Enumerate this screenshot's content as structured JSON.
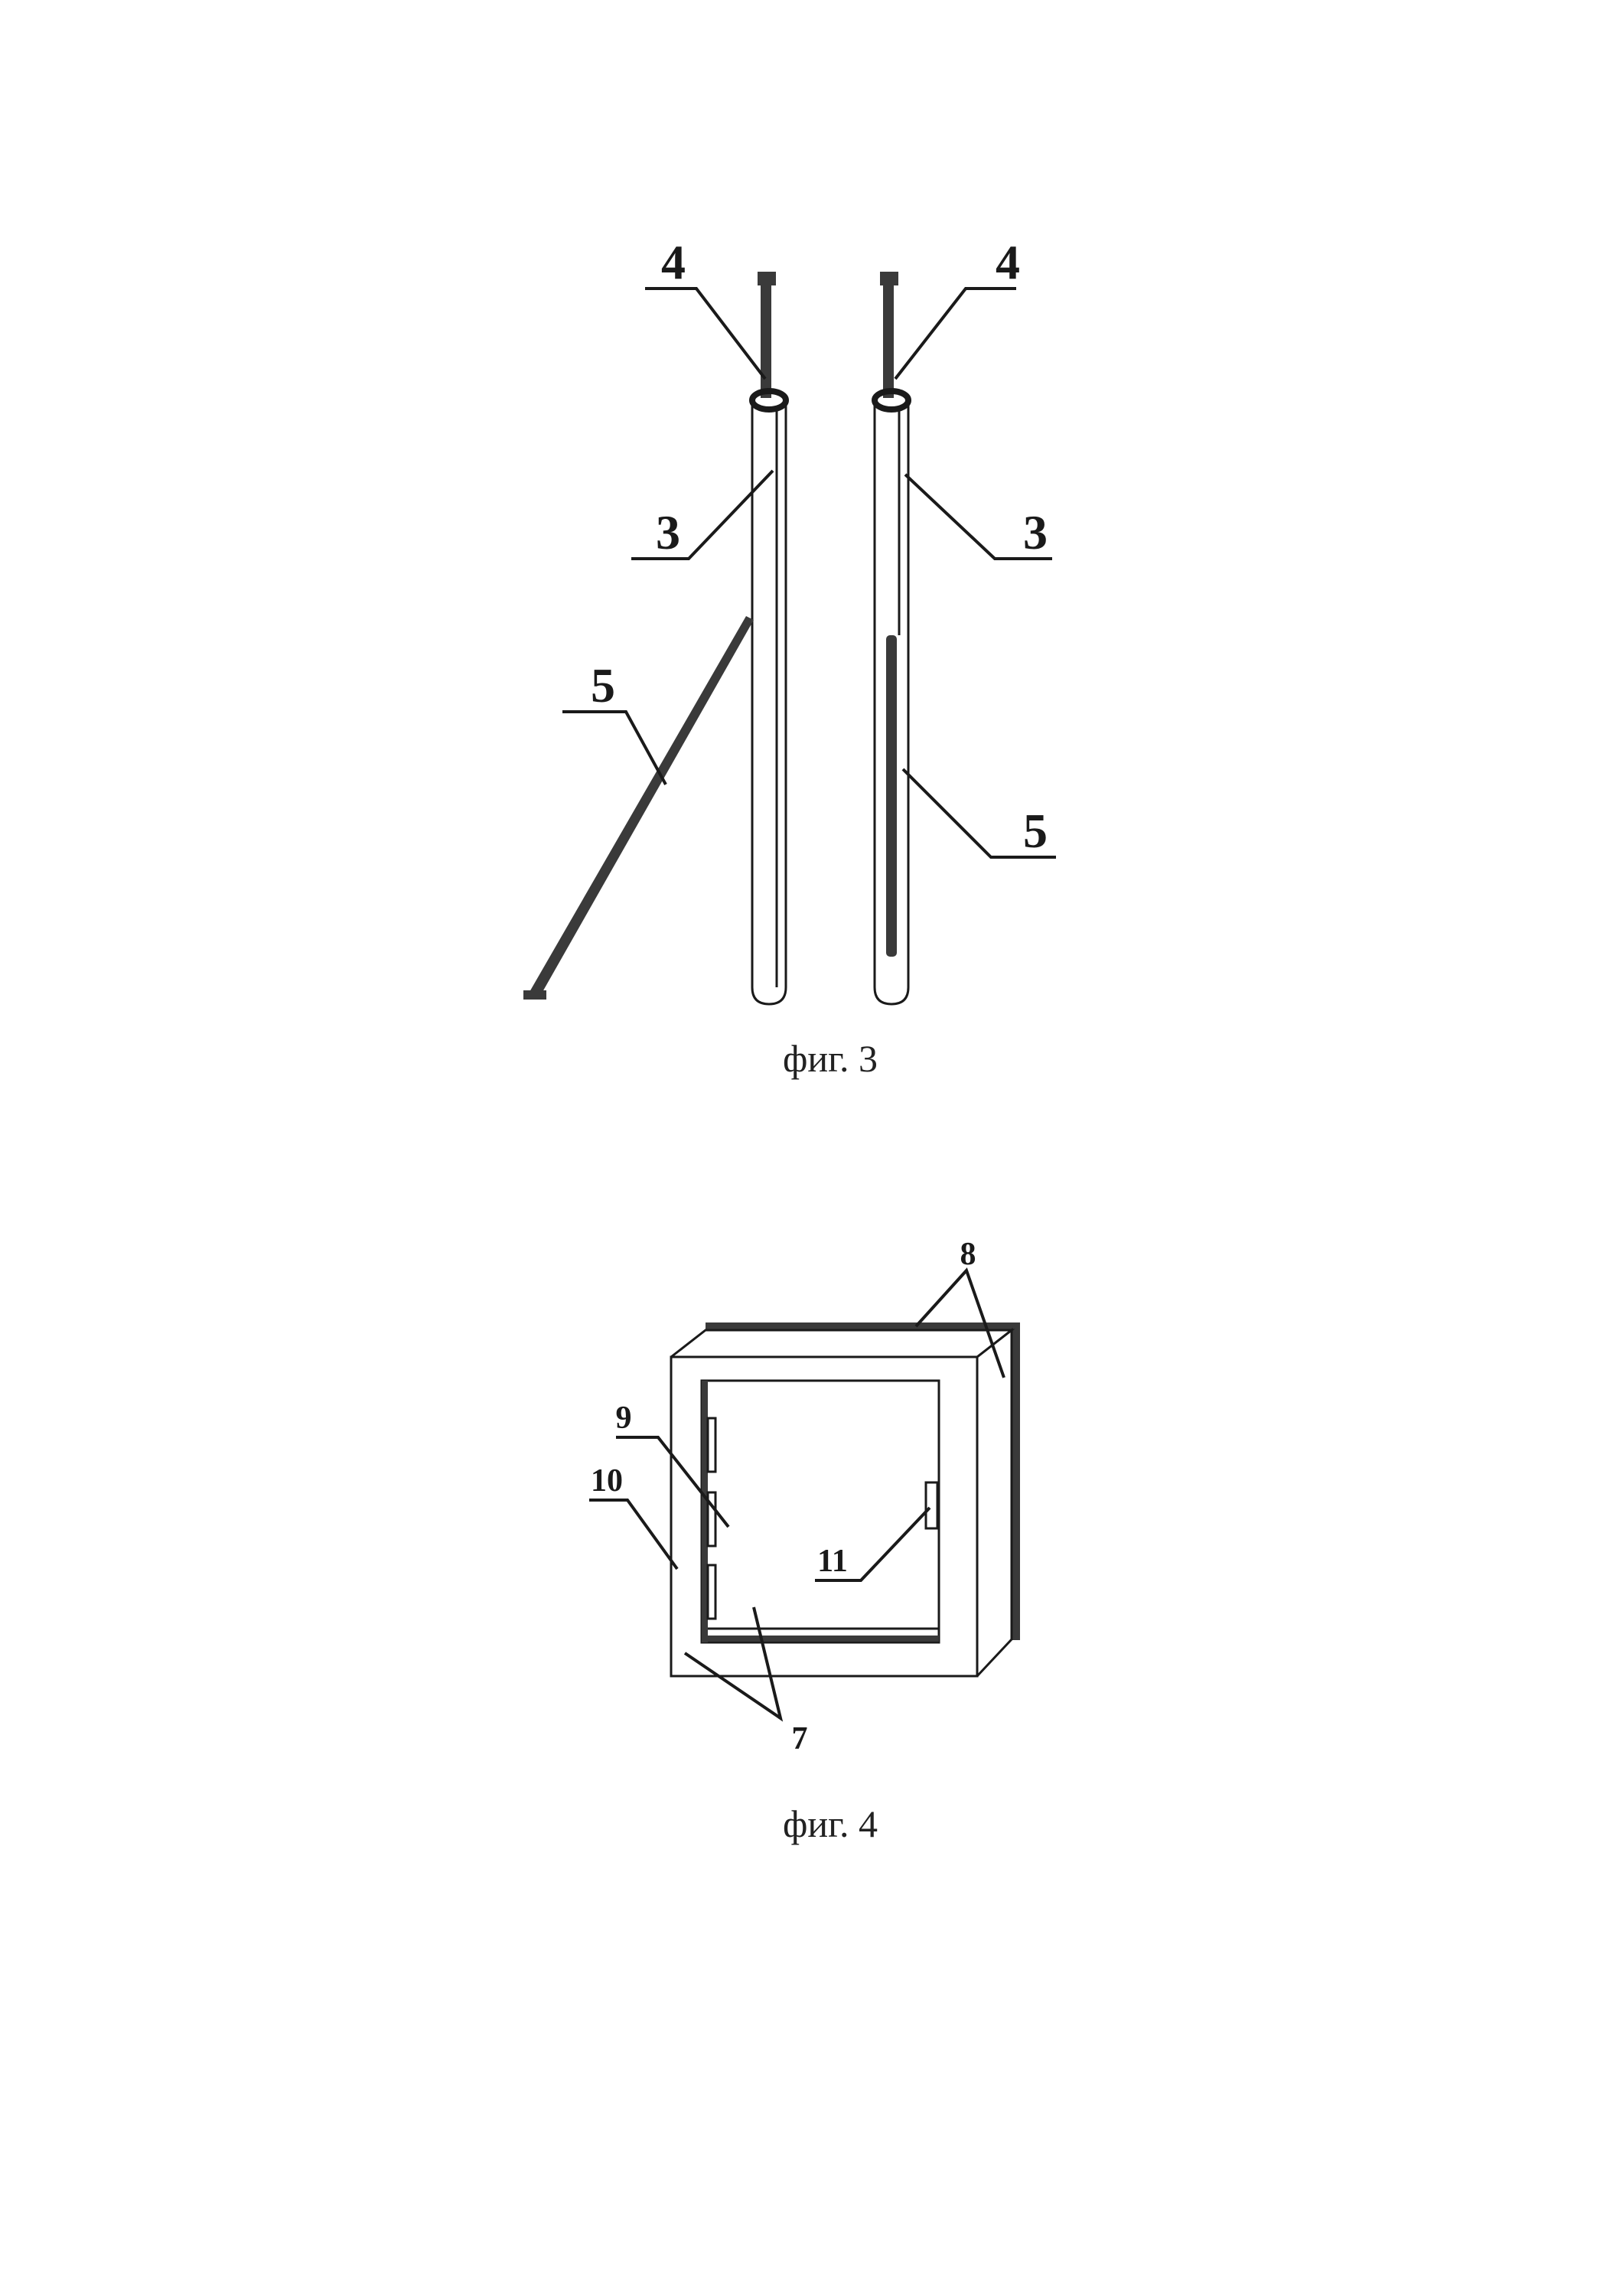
{
  "figure3": {
    "caption": "фиг. 3",
    "left_rod": {
      "label_top": "4",
      "label_mid": "3",
      "label_side": "5"
    },
    "right_rod": {
      "label_top": "4",
      "label_mid": "3",
      "label_side": "5"
    }
  },
  "figure4": {
    "caption": "фиг. 4",
    "labels": {
      "top": "8",
      "panel": "9",
      "frame": "10",
      "latch": "11",
      "bottom": "7"
    }
  }
}
